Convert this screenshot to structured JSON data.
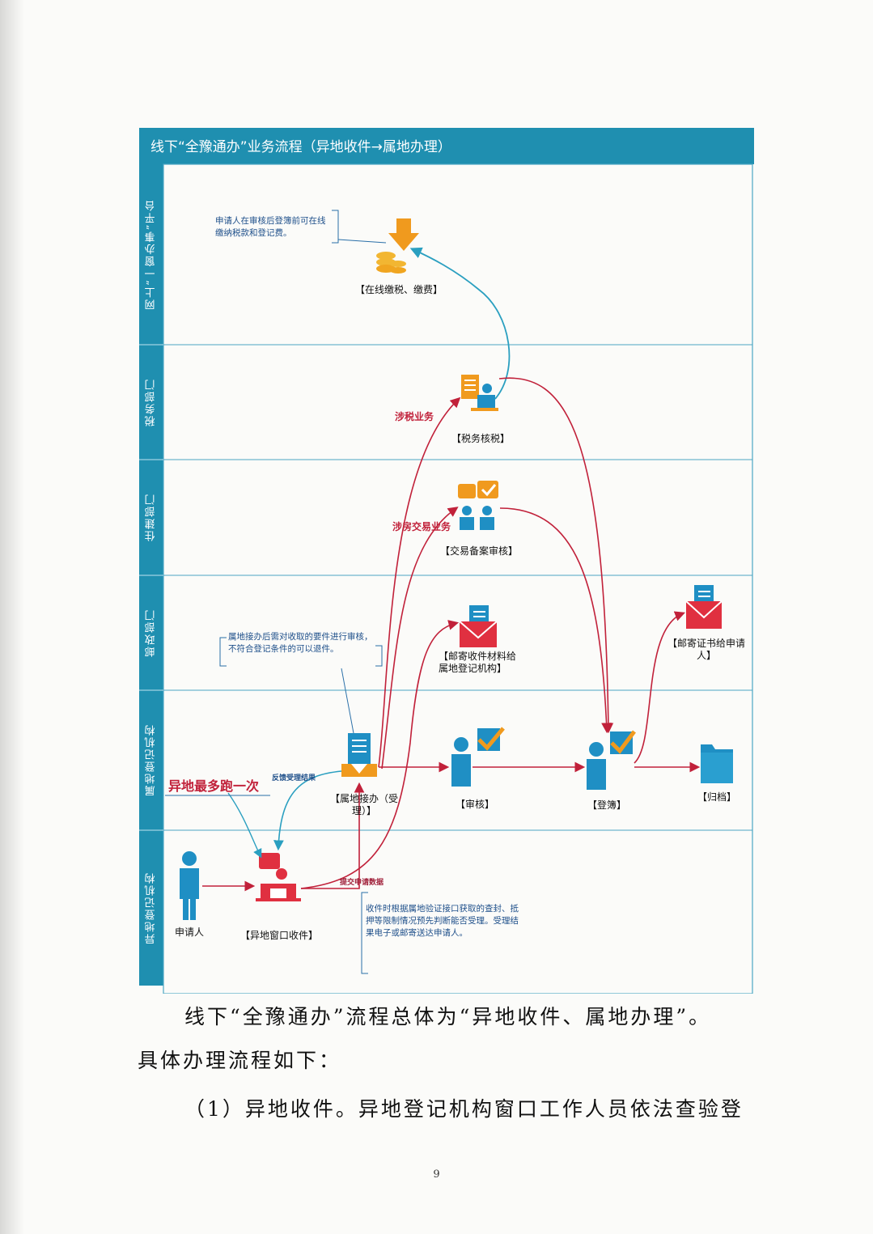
{
  "figure": {
    "title": "线下“全豫通办”业务流程（异地收件→属地办理）",
    "lanes": [
      "网上“一窗办事”平台",
      "税务部门",
      "住建部门",
      "邮政部门",
      "属地登记机构",
      "异地登记机构"
    ],
    "nodes": {
      "online_pay": "【在线缴税、缴费】",
      "tax_check": "【税务核税】",
      "trade_record": "【交易备案审核】",
      "mail_materials": "【邮寄收件材料给属地登记机构】",
      "mail_cert": "【邮寄证书给申请人】",
      "local_accept": "【属地接办（受理）】",
      "review": "【审核】",
      "register": "【登簿】",
      "archive": "【归档】",
      "applicant": "申请人",
      "remote_window": "【异地窗口收件】"
    },
    "edge_labels": {
      "tax_business": "涉税业务",
      "housing_business": "涉房交易业务",
      "feedback": "反馈受理结果",
      "submit_data": "提交申请数据"
    },
    "notes": {
      "online_note": "申请人在审核后登簿前可在线缴纳税款和登记费。",
      "local_note": "属地接办后需对收取的要件进行审核，不符合登记条件的可以退件。",
      "remote_note": "收件时根据属地验证接口获取的查封、抵押等限制情况预先判断能否受理。受理结果电子或邮寄送达申请人。"
    },
    "slogan": "异地最多跑一次",
    "colors": {
      "header_teal": "#1f8fb0",
      "flow_red": "#c1213a",
      "flow_blue": "#2a9fc0",
      "icon_blue": "#1f8fc4",
      "icon_orange": "#f09a1e",
      "icon_red": "#e03040"
    }
  },
  "body": {
    "paragraph1_line1": "线下“全豫通办”流程总体为“异地收件、属地办理”。",
    "paragraph1_line2": "具体办理流程如下：",
    "paragraph2_line1": "（1）异地收件。异地登记机构窗口工作人员依法查验登"
  },
  "page_number": "9"
}
